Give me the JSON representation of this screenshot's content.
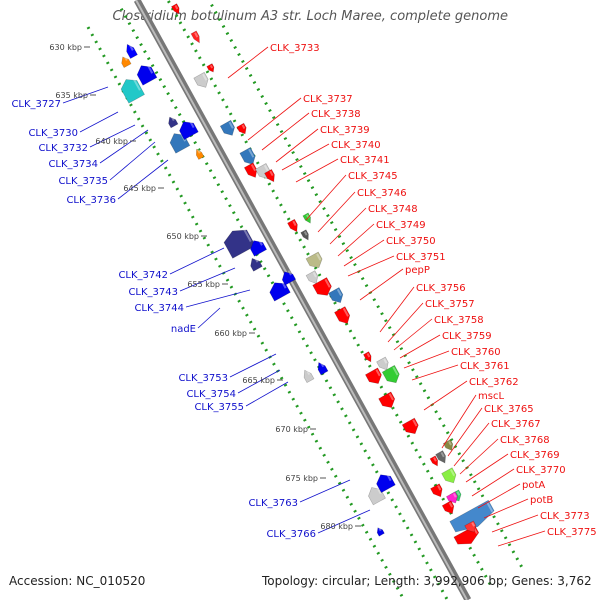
{
  "title": "Clostridium botulinum A3 str. Loch Maree, complete genome",
  "accession": "Accession: NC_010520",
  "topology": "Topology: circular; Length: 3,992,906 bp; Genes: 3,762",
  "colors": {
    "backbone": "#999999",
    "ticks": "#229922",
    "forward_label": "#1111cc",
    "reverse_label": "#ee1111",
    "kbp_label": "#444444"
  },
  "kbp_ticks": [
    "630 kbp",
    "635 kbp",
    "640 kbp",
    "645 kbp",
    "650 kbp",
    "655 kbp",
    "660 kbp",
    "665 kbp",
    "670 kbp",
    "675 kbp",
    "680 kbp"
  ],
  "left_labels": [
    "CLK_3727",
    "CLK_3730",
    "CLK_3732",
    "CLK_3734",
    "CLK_3735",
    "CLK_3736",
    "CLK_3742",
    "CLK_3743",
    "CLK_3744",
    "nadE",
    "CLK_3753",
    "CLK_3754",
    "CLK_3755",
    "CLK_3763",
    "CLK_3766"
  ],
  "right_labels": [
    "CLK_3733",
    "CLK_3737",
    "CLK_3738",
    "CLK_3739",
    "CLK_3740",
    "CLK_3741",
    "CLK_3745",
    "CLK_3746",
    "CLK_3748",
    "CLK_3749",
    "CLK_3750",
    "CLK_3751",
    "pepP",
    "CLK_3756",
    "CLK_3757",
    "CLK_3758",
    "CLK_3759",
    "CLK_3760",
    "CLK_3761",
    "CLK_3762",
    "mscL",
    "CLK_3765",
    "CLK_3767",
    "CLK_3768",
    "CLK_3769",
    "CLK_3770",
    "potA",
    "potB",
    "CLK_3773",
    "CLK_3775"
  ]
}
